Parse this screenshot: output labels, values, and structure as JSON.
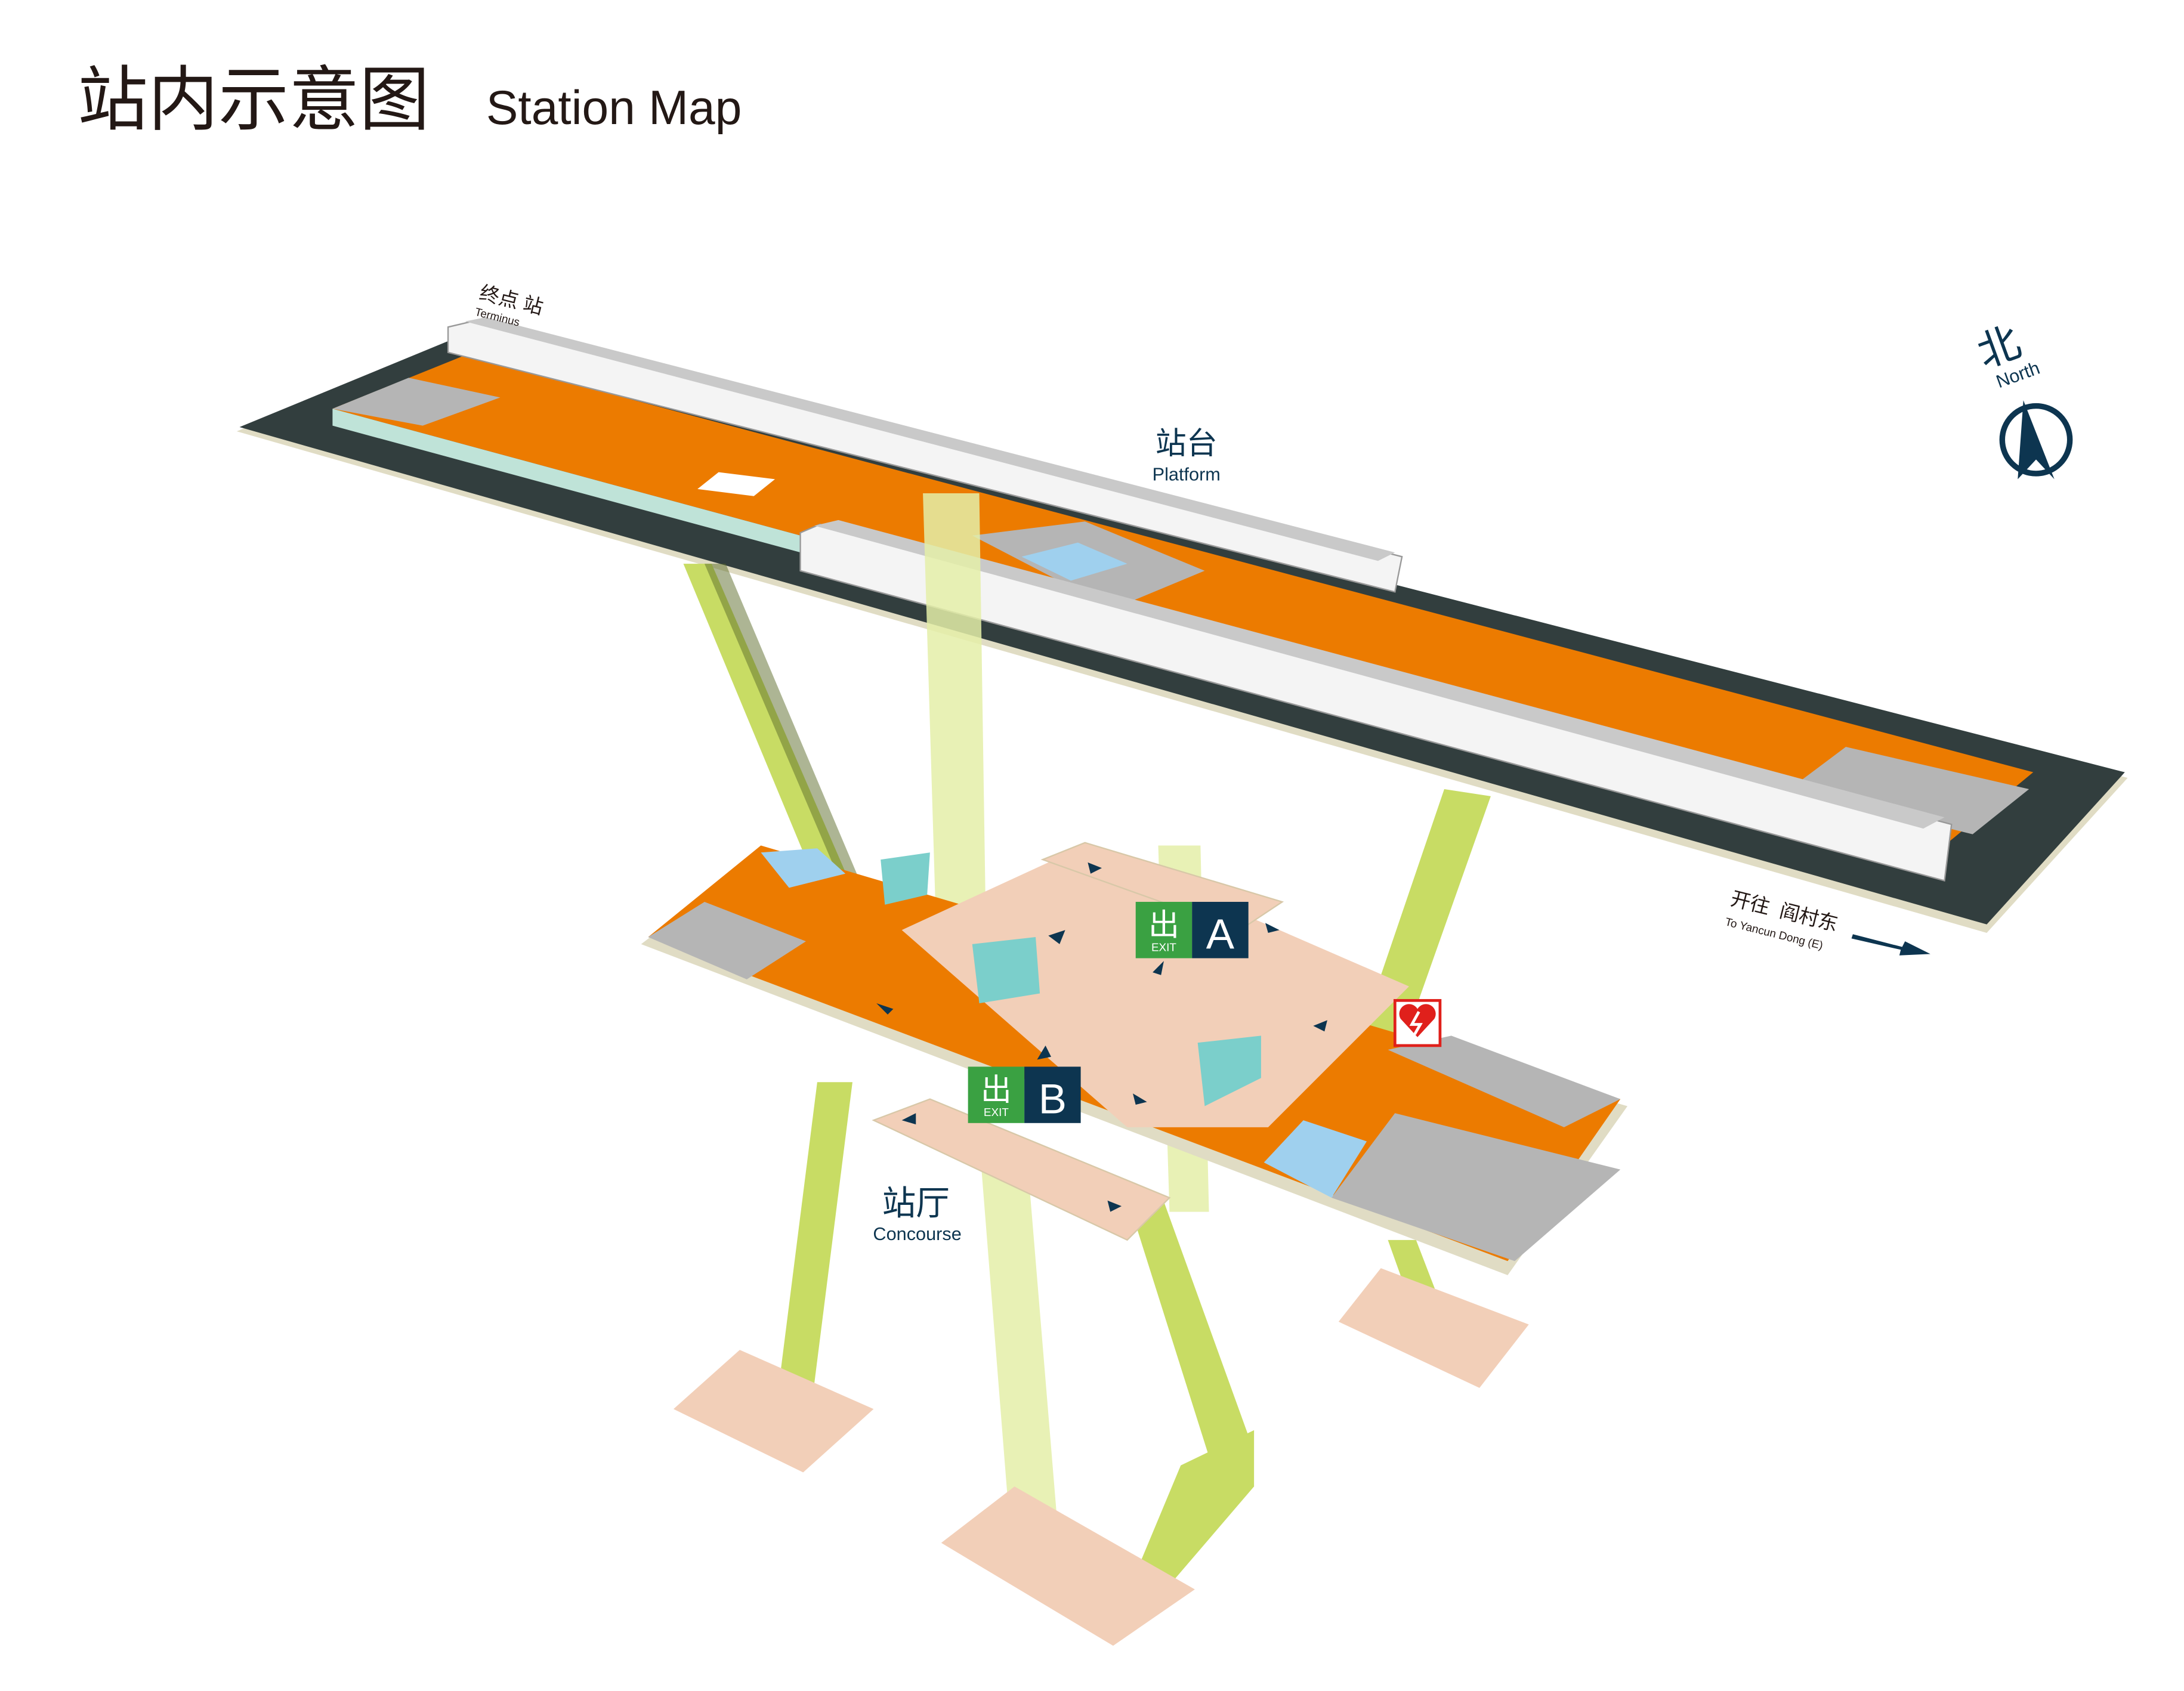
{
  "title": {
    "zh": "站内示意图",
    "en": "Station Map"
  },
  "terminus": {
    "zh": "终点 站",
    "en": "Terminus"
  },
  "platform": {
    "zh": "站台",
    "en": "Platform"
  },
  "concourse": {
    "zh": "站厅",
    "en": "Concourse"
  },
  "direction": {
    "zh": "开往  阎村东",
    "en": "To Yancun Dong (E)"
  },
  "north": {
    "zh": "北",
    "en": "North"
  },
  "exits": [
    {
      "icon_text": "出",
      "icon_sub": "EXIT",
      "letter": "A"
    },
    {
      "icon_text": "出",
      "icon_sub": "EXIT",
      "letter": "B"
    }
  ],
  "colors": {
    "floor": "#EC7B00",
    "slab": "#E0DCC4",
    "track": "#323E3E",
    "escalator": "#C8DC64",
    "exit_green": "#3AA142",
    "exit_navy": "#0D3550",
    "concourse": "#F2CFB8",
    "aed": "#E0201B"
  }
}
